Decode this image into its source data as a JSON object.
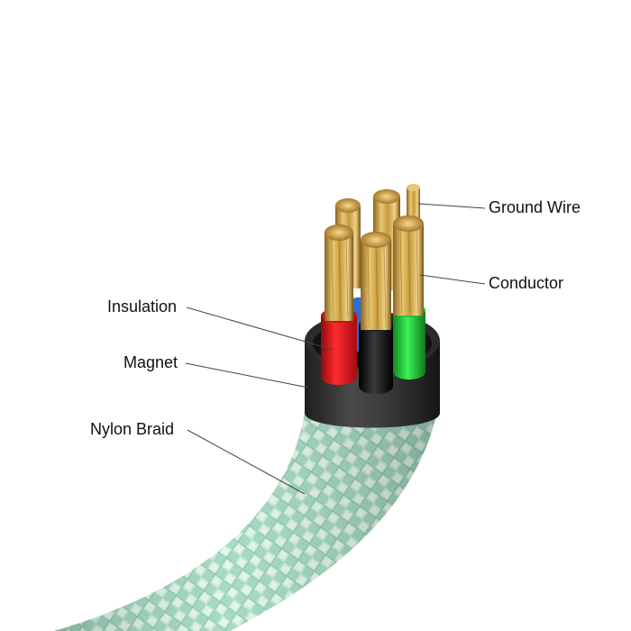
{
  "labels": {
    "ground_wire": "Ground Wire",
    "conductor": "Conductor",
    "insulation": "Insulation",
    "magnet": "Magnet",
    "nylon_braid": "Nylon Braid"
  },
  "colors": {
    "background": "#ffffff",
    "braid": "#a8dcc4",
    "magnet_ring": "#3a3a3a",
    "copper": "#c9a14a",
    "insulation_red": "#e3131c",
    "insulation_black": "#111111",
    "insulation_green": "#1fcf3a",
    "insulation_blue": "#2a6fd6",
    "leader_line": "#444444"
  },
  "icons": {
    "cable": "braided-cable-illustration"
  }
}
